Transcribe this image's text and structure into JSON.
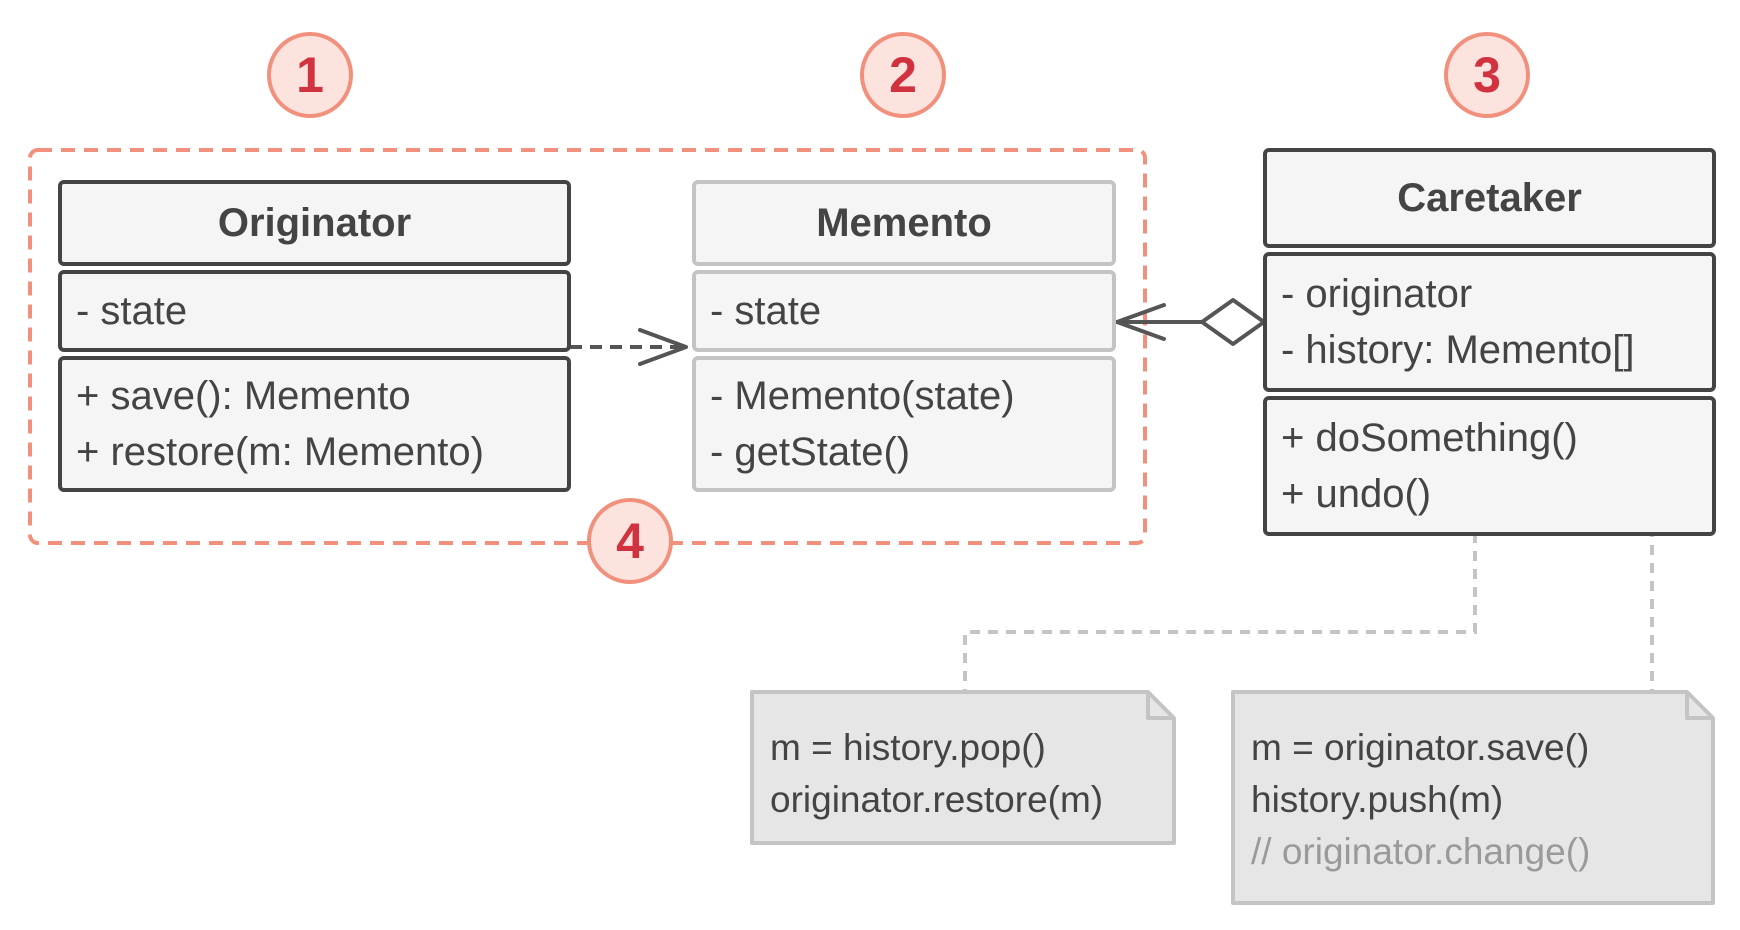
{
  "badges": [
    "1",
    "2",
    "3",
    "4"
  ],
  "originator": {
    "name": "Originator",
    "fields": [
      "- state"
    ],
    "methods": [
      "+ save(): Memento",
      "+ restore(m: Memento)"
    ]
  },
  "memento": {
    "name": "Memento",
    "fields": [
      "- state"
    ],
    "methods": [
      "- Memento(state)",
      "- getState()"
    ]
  },
  "caretaker": {
    "name": "Caretaker",
    "fields": [
      "- originator",
      "- history: Memento[]"
    ],
    "methods": [
      "+ doSomething()",
      "+ undo()"
    ]
  },
  "notes": {
    "undo": [
      "m = history.pop()",
      "originator.restore(m)"
    ],
    "do_something": [
      "m = originator.save()",
      "history.push(m)",
      "// originator.change()"
    ]
  },
  "colors": {
    "accent": "#f2907e",
    "badge_fill": "#fde3dd",
    "badge_text": "#d0323f",
    "class_border": "#444444",
    "light_border": "#c4c4c4",
    "note_fill": "#e6e6e6",
    "comment_text": "#9a9a9a"
  }
}
